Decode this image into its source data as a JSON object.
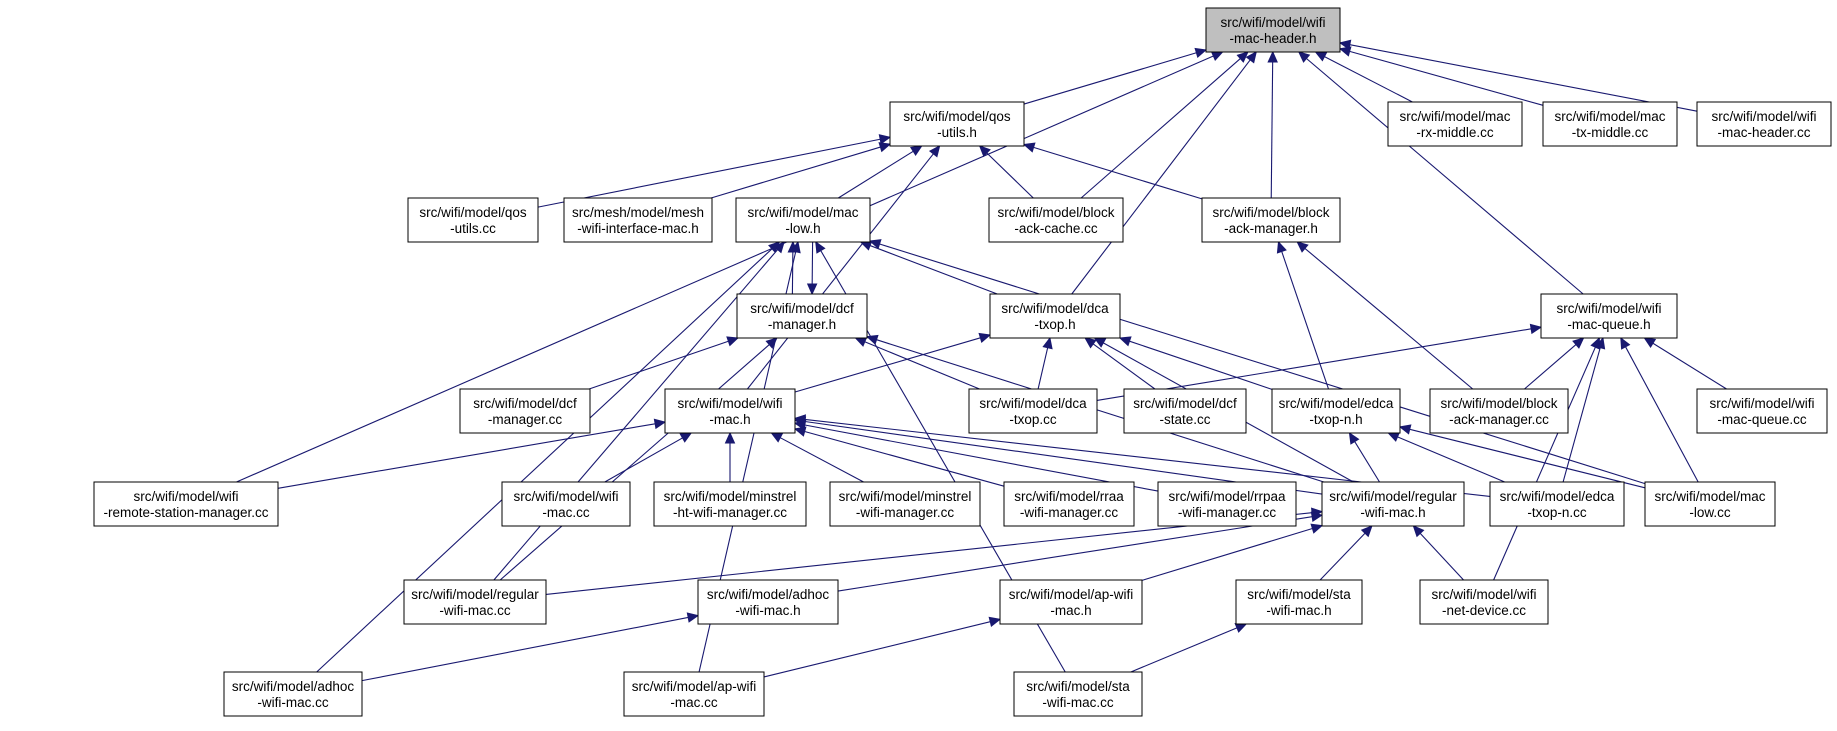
{
  "diagram": {
    "edge_color": "#191970",
    "root_fill": "#bfbfbf",
    "nodes": [
      {
        "id": "wifi-mac-header-h",
        "lines": [
          "src/wifi/model/wifi",
          "-mac-header.h"
        ],
        "root": true
      },
      {
        "id": "qos-utils-h",
        "lines": [
          "src/wifi/model/qos",
          "-utils.h"
        ]
      },
      {
        "id": "mac-rx-middle-cc",
        "lines": [
          "src/wifi/model/mac",
          "-rx-middle.cc"
        ]
      },
      {
        "id": "mac-tx-middle-cc",
        "lines": [
          "src/wifi/model/mac",
          "-tx-middle.cc"
        ]
      },
      {
        "id": "wifi-mac-header-cc",
        "lines": [
          "src/wifi/model/wifi",
          "-mac-header.cc"
        ]
      },
      {
        "id": "qos-utils-cc",
        "lines": [
          "src/wifi/model/qos",
          "-utils.cc"
        ]
      },
      {
        "id": "mesh-wifi-interface-mac-h",
        "lines": [
          "src/mesh/model/mesh",
          "-wifi-interface-mac.h"
        ]
      },
      {
        "id": "mac-low-h",
        "lines": [
          "src/wifi/model/mac",
          "-low.h"
        ]
      },
      {
        "id": "block-ack-cache-cc",
        "lines": [
          "src/wifi/model/block",
          "-ack-cache.cc"
        ]
      },
      {
        "id": "block-ack-manager-h",
        "lines": [
          "src/wifi/model/block",
          "-ack-manager.h"
        ]
      },
      {
        "id": "dcf-manager-h",
        "lines": [
          "src/wifi/model/dcf",
          "-manager.h"
        ]
      },
      {
        "id": "dca-txop-h",
        "lines": [
          "src/wifi/model/dca",
          "-txop.h"
        ]
      },
      {
        "id": "wifi-mac-queue-h",
        "lines": [
          "src/wifi/model/wifi",
          "-mac-queue.h"
        ]
      },
      {
        "id": "dcf-manager-cc",
        "lines": [
          "src/wifi/model/dcf",
          "-manager.cc"
        ]
      },
      {
        "id": "wifi-mac-h",
        "lines": [
          "src/wifi/model/wifi",
          "-mac.h"
        ]
      },
      {
        "id": "dca-txop-cc",
        "lines": [
          "src/wifi/model/dca",
          "-txop.cc"
        ]
      },
      {
        "id": "dcf-state-cc",
        "lines": [
          "src/wifi/model/dcf",
          "-state.cc"
        ]
      },
      {
        "id": "edca-txop-n-h",
        "lines": [
          "src/wifi/model/edca",
          "-txop-n.h"
        ]
      },
      {
        "id": "block-ack-manager-cc",
        "lines": [
          "src/wifi/model/block",
          "-ack-manager.cc"
        ]
      },
      {
        "id": "wifi-mac-queue-cc",
        "lines": [
          "src/wifi/model/wifi",
          "-mac-queue.cc"
        ]
      },
      {
        "id": "wifi-remote-station-manager-cc",
        "lines": [
          "src/wifi/model/wifi",
          "-remote-station-manager.cc"
        ]
      },
      {
        "id": "wifi-mac-cc",
        "lines": [
          "src/wifi/model/wifi",
          "-mac.cc"
        ]
      },
      {
        "id": "minstrel-ht-wifi-manager-cc",
        "lines": [
          "src/wifi/model/minstrel",
          "-ht-wifi-manager.cc"
        ]
      },
      {
        "id": "minstrel-wifi-manager-cc",
        "lines": [
          "src/wifi/model/minstrel",
          "-wifi-manager.cc"
        ]
      },
      {
        "id": "rraa-wifi-manager-cc",
        "lines": [
          "src/wifi/model/rraa",
          "-wifi-manager.cc"
        ]
      },
      {
        "id": "rrpaa-wifi-manager-cc",
        "lines": [
          "src/wifi/model/rrpaa",
          "-wifi-manager.cc"
        ]
      },
      {
        "id": "regular-wifi-mac-h",
        "lines": [
          "src/wifi/model/regular",
          "-wifi-mac.h"
        ]
      },
      {
        "id": "edca-txop-n-cc",
        "lines": [
          "src/wifi/model/edca",
          "-txop-n.cc"
        ]
      },
      {
        "id": "mac-low-cc",
        "lines": [
          "src/wifi/model/mac",
          "-low.cc"
        ]
      },
      {
        "id": "regular-wifi-mac-cc",
        "lines": [
          "src/wifi/model/regular",
          "-wifi-mac.cc"
        ]
      },
      {
        "id": "adhoc-wifi-mac-h",
        "lines": [
          "src/wifi/model/adhoc",
          "-wifi-mac.h"
        ]
      },
      {
        "id": "ap-wifi-mac-h",
        "lines": [
          "src/wifi/model/ap-wifi",
          "-mac.h"
        ]
      },
      {
        "id": "sta-wifi-mac-h",
        "lines": [
          "src/wifi/model/sta",
          "-wifi-mac.h"
        ]
      },
      {
        "id": "wifi-net-device-cc",
        "lines": [
          "src/wifi/model/wifi",
          "-net-device.cc"
        ]
      },
      {
        "id": "adhoc-wifi-mac-cc",
        "lines": [
          "src/wifi/model/adhoc",
          "-wifi-mac.cc"
        ]
      },
      {
        "id": "ap-wifi-mac-cc",
        "lines": [
          "src/wifi/model/ap-wifi",
          "-mac.cc"
        ]
      },
      {
        "id": "sta-wifi-mac-cc",
        "lines": [
          "src/wifi/model/sta",
          "-wifi-mac.cc"
        ]
      }
    ],
    "edges": [
      [
        "qos-utils-h",
        "wifi-mac-header-h"
      ],
      [
        "mac-rx-middle-cc",
        "wifi-mac-header-h"
      ],
      [
        "mac-tx-middle-cc",
        "wifi-mac-header-h"
      ],
      [
        "wifi-mac-header-cc",
        "wifi-mac-header-h"
      ],
      [
        "block-ack-cache-cc",
        "wifi-mac-header-h"
      ],
      [
        "block-ack-manager-h",
        "wifi-mac-header-h"
      ],
      [
        "dca-txop-h",
        "wifi-mac-header-h"
      ],
      [
        "wifi-mac-queue-h",
        "wifi-mac-header-h"
      ],
      [
        "wifi-remote-station-manager-cc",
        "wifi-mac-header-h"
      ],
      [
        "qos-utils-cc",
        "qos-utils-h"
      ],
      [
        "mesh-wifi-interface-mac-h",
        "qos-utils-h"
      ],
      [
        "mac-low-h",
        "qos-utils-h"
      ],
      [
        "block-ack-cache-cc",
        "qos-utils-h"
      ],
      [
        "block-ack-manager-h",
        "qos-utils-h"
      ],
      [
        "wifi-mac-h",
        "qos-utils-h"
      ],
      [
        "dcf-manager-h",
        "mac-low-h"
      ],
      [
        "mac-low-h",
        "dcf-manager-h"
      ],
      [
        "dca-txop-h",
        "mac-low-h"
      ],
      [
        "regular-wifi-mac-cc",
        "mac-low-h"
      ],
      [
        "adhoc-wifi-mac-cc",
        "mac-low-h"
      ],
      [
        "ap-wifi-mac-cc",
        "mac-low-h"
      ],
      [
        "sta-wifi-mac-cc",
        "mac-low-h"
      ],
      [
        "mac-low-cc",
        "mac-low-h"
      ],
      [
        "edca-txop-n-h",
        "block-ack-manager-h"
      ],
      [
        "block-ack-manager-cc",
        "block-ack-manager-h"
      ],
      [
        "dcf-manager-cc",
        "dcf-manager-h"
      ],
      [
        "dca-txop-cc",
        "dcf-manager-h"
      ],
      [
        "regular-wifi-mac-cc",
        "dcf-manager-h"
      ],
      [
        "regular-wifi-mac-h",
        "dcf-manager-h"
      ],
      [
        "wifi-mac-h",
        "dca-txop-h"
      ],
      [
        "dca-txop-cc",
        "dca-txop-h"
      ],
      [
        "dcf-state-cc",
        "dca-txop-h"
      ],
      [
        "edca-txop-n-h",
        "dca-txop-h"
      ],
      [
        "regular-wifi-mac-h",
        "dca-txop-h"
      ],
      [
        "dca-txop-cc",
        "wifi-mac-queue-h"
      ],
      [
        "block-ack-manager-cc",
        "wifi-mac-queue-h"
      ],
      [
        "wifi-mac-queue-cc",
        "wifi-mac-queue-h"
      ],
      [
        "edca-txop-n-cc",
        "wifi-mac-queue-h"
      ],
      [
        "mac-low-cc",
        "wifi-mac-queue-h"
      ],
      [
        "wifi-net-device-cc",
        "wifi-mac-queue-h"
      ],
      [
        "wifi-remote-station-manager-cc",
        "wifi-mac-h"
      ],
      [
        "wifi-mac-cc",
        "wifi-mac-h"
      ],
      [
        "minstrel-ht-wifi-manager-cc",
        "wifi-mac-h"
      ],
      [
        "minstrel-wifi-manager-cc",
        "wifi-mac-h"
      ],
      [
        "rraa-wifi-manager-cc",
        "wifi-mac-h"
      ],
      [
        "rrpaa-wifi-manager-cc",
        "wifi-mac-h"
      ],
      [
        "regular-wifi-mac-h",
        "wifi-mac-h"
      ],
      [
        "edca-txop-n-cc",
        "wifi-mac-h"
      ],
      [
        "regular-wifi-mac-h",
        "edca-txop-n-h"
      ],
      [
        "edca-txop-n-cc",
        "edca-txop-n-h"
      ],
      [
        "mac-low-cc",
        "edca-txop-n-h"
      ],
      [
        "regular-wifi-mac-cc",
        "regular-wifi-mac-h"
      ],
      [
        "adhoc-wifi-mac-h",
        "regular-wifi-mac-h"
      ],
      [
        "ap-wifi-mac-h",
        "regular-wifi-mac-h"
      ],
      [
        "sta-wifi-mac-h",
        "regular-wifi-mac-h"
      ],
      [
        "wifi-net-device-cc",
        "regular-wifi-mac-h"
      ],
      [
        "adhoc-wifi-mac-cc",
        "adhoc-wifi-mac-h"
      ],
      [
        "ap-wifi-mac-cc",
        "ap-wifi-mac-h"
      ],
      [
        "sta-wifi-mac-cc",
        "sta-wifi-mac-h"
      ]
    ]
  }
}
